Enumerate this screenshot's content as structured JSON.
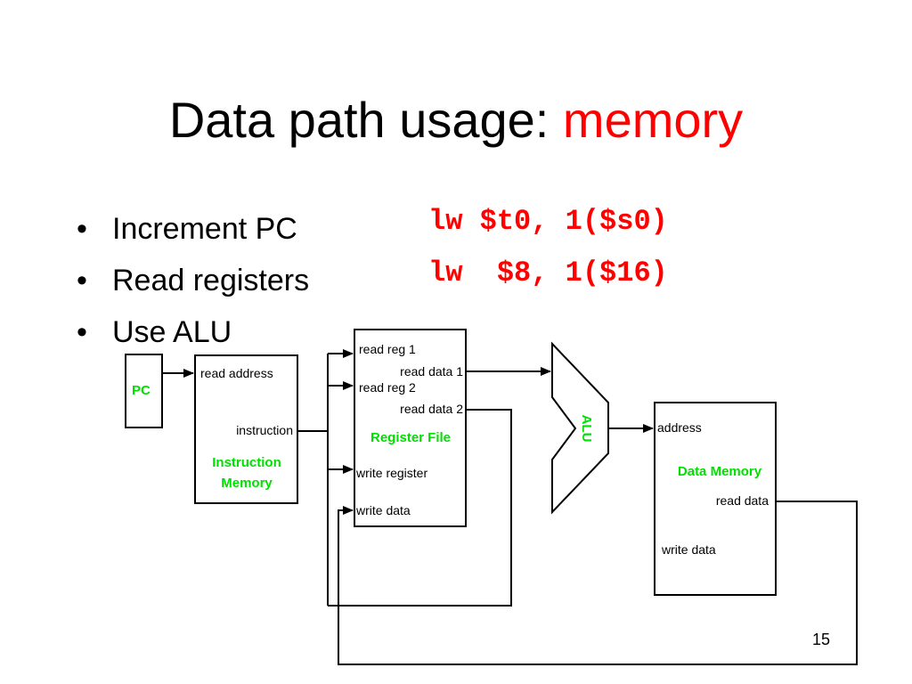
{
  "slide": {
    "title_prefix": "Data path usage: ",
    "title_accent": "memory",
    "bullets": [
      "Increment PC",
      "Read registers",
      "Use ALU"
    ],
    "bullet_glyph": "•",
    "code_lines": [
      "lw $t0, 1($s0)",
      "lw  $8, 1($16)"
    ],
    "page_number": "15",
    "accent_color": "#ff0000",
    "block_label_color": "#00e000"
  },
  "diagram": {
    "pc": {
      "label": "PC"
    },
    "instruction_memory": {
      "label_line1": "Instruction",
      "label_line2": "Memory",
      "read_address": "read address",
      "instruction": "instruction"
    },
    "register_file": {
      "label": "Register File",
      "read_reg_1": "read reg 1",
      "read_reg_2": "read reg 2",
      "read_data_1": "read data 1",
      "read_data_2": "read data 2",
      "write_register": "write register",
      "write_data": "write data"
    },
    "alu": {
      "label": "ALU"
    },
    "data_memory": {
      "label": "Data Memory",
      "address": "address",
      "read_data": "read data",
      "write_data": "write data"
    }
  }
}
